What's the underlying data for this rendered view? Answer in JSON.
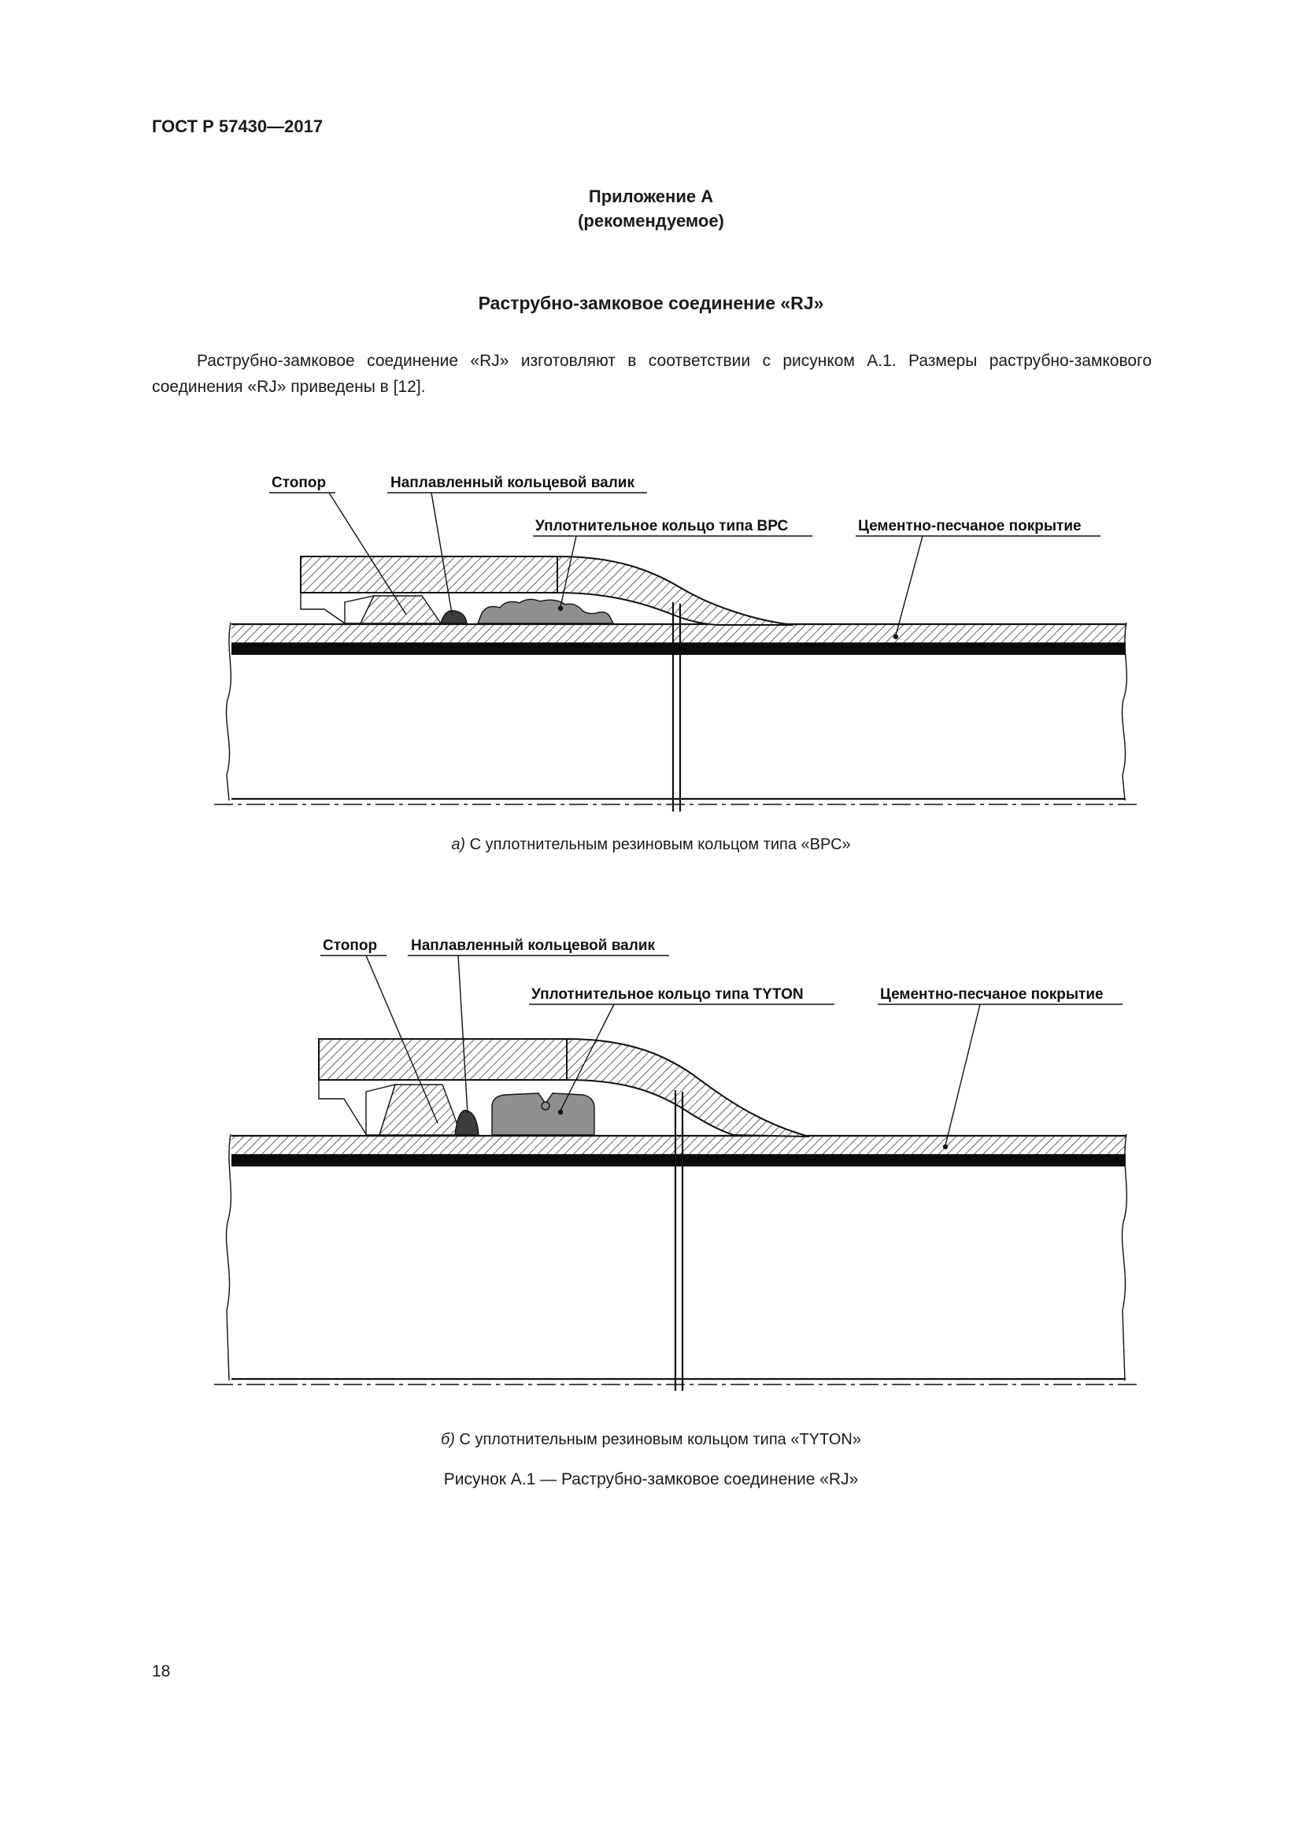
{
  "page": {
    "header": "ГОСТ Р 57430—2017",
    "page_number": "18"
  },
  "appendix": {
    "title": "Приложение А",
    "subtitle": "(рекомендуемое)",
    "heading": "Раструбно-замковое соединение «RJ»",
    "paragraph": "Раструбно-замковое соединение «RJ» изготовляют в соответствии с рисунком А.1. Размеры раструбно-замкового соединения «RJ» приведены в [12]."
  },
  "figure": {
    "caption": "Рисунок А.1 — Раструбно-замковое соединение «RJ»",
    "diagram_a": {
      "labels": {
        "stopper": "Стопор",
        "weld_bead": "Наплавленный кольцевой валик",
        "seal": "Уплотнительное кольцо типа ВРС",
        "coating": "Цементно-песчаное покрытие"
      },
      "caption_prefix": "а)",
      "caption_text": " С уплотнительным резиновым кольцом типа «ВРС»"
    },
    "diagram_b": {
      "labels": {
        "stopper": "Стопор",
        "weld_bead": "Наплавленный кольцевой валик",
        "seal": "Уплотнительное кольцо типа TYTON",
        "coating": "Цементно-песчаное покрытие"
      },
      "caption_prefix": "б)",
      "caption_text": " С уплотнительным резиновым кольцом типа «TYTON»"
    }
  },
  "colors": {
    "seal_gray": "#8f8f8f",
    "weld_bead_dark": "#3c3c3c",
    "pipe_wall_black": "#0a0a0a",
    "line": "#111111"
  }
}
